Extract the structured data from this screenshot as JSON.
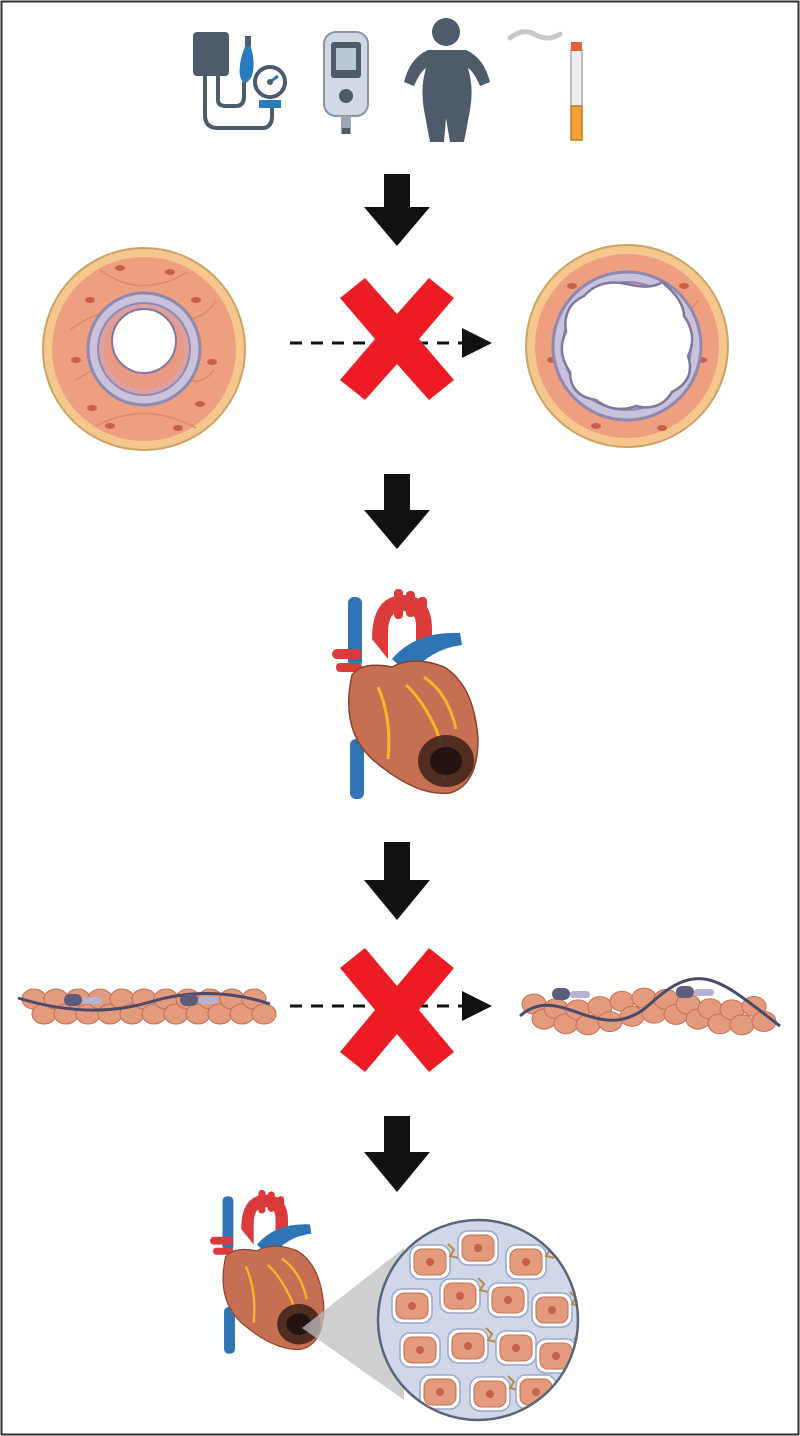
{
  "figure": {
    "panels": [
      {
        "id": "risk-factors",
        "items": [
          "hypertension",
          "diabetes",
          "obesity",
          "smoking"
        ],
        "icons": [
          "blood-pressure-monitor-icon",
          "glucose-meter-icon",
          "obese-person-icon",
          "cigarette-icon"
        ]
      },
      {
        "id": "vessel-remodeling",
        "transition_blocked": true,
        "left": "healthy-artery",
        "right": "remodeled-artery"
      },
      {
        "id": "myocardial-infarction",
        "icon": "infarcted-heart-icon"
      },
      {
        "id": "sarcomere",
        "transition_blocked": true,
        "left": "straight-myofibril",
        "right": "wavy-myofibril"
      },
      {
        "id": "fibrosis",
        "icons": [
          "infarcted-heart-icon",
          "fibrotic-tissue-magnifier"
        ]
      }
    ]
  },
  "colors": {
    "arrow": "#111111",
    "cross": "#ed1c24",
    "icon_slate": "#4d5b6b",
    "tissue_outer": "#f6c68f",
    "tissue_muscle": "#ee9f7f",
    "nucleus": "#c8604a",
    "membrane": "#c9c2da",
    "artery": "#dc3b3b",
    "vein": "#2f74b5",
    "heart": "#c76f53",
    "necrosis": "#3b2119",
    "myocyte": "#e49a7d",
    "myocyte_edge": "#c56f55",
    "fibrosis_bg": "#cfd7e9",
    "fibroblast": "#b98a44"
  }
}
